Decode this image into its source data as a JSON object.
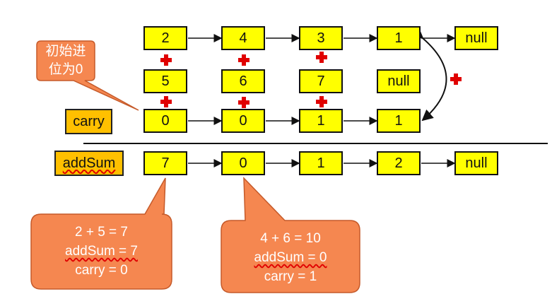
{
  "row1": [
    "2",
    "4",
    "3",
    "1",
    "null"
  ],
  "row2": [
    "5",
    "6",
    "7",
    "null"
  ],
  "row3": [
    "0",
    "0",
    "1",
    "1"
  ],
  "row4": [
    "7",
    "0",
    "1",
    "2",
    "null"
  ],
  "labels": {
    "carry": "carry",
    "addsum": "addSum"
  },
  "callout_init": {
    "line1": "初始进",
    "line2": "位为0"
  },
  "callout_step1": {
    "line1": "2 + 5 = 7",
    "line2": "addSum = 7",
    "line3": "carry = 0"
  },
  "callout_step2": {
    "line1": "4 + 6 = 10",
    "line2": "addSum = 0",
    "line3": "carry = 1"
  },
  "colors": {
    "node": "#ffff00",
    "label": "#ffc000",
    "bubble": "#f58750",
    "plus": "#e00000"
  }
}
